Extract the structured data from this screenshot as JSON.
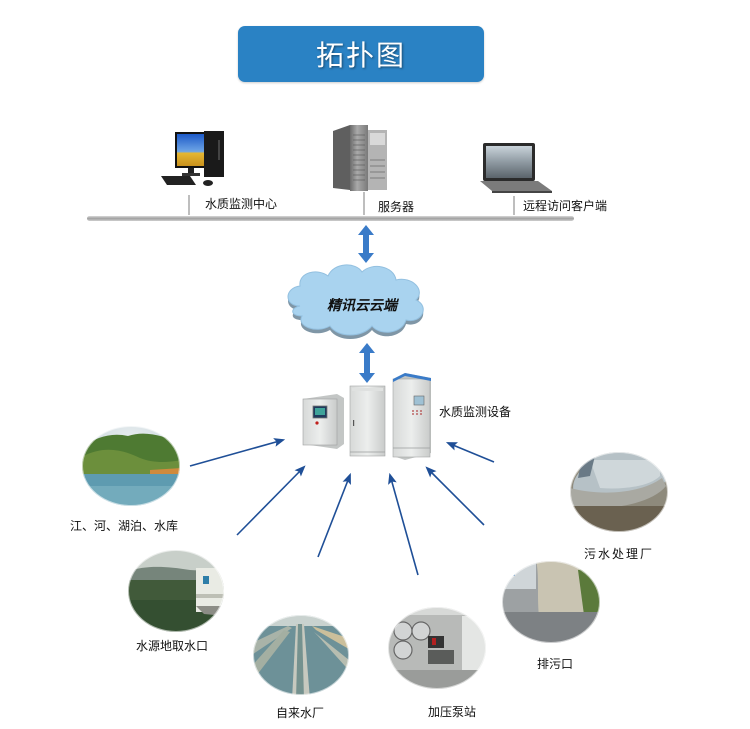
{
  "title": "拓扑图",
  "colors": {
    "title_bg": "#2a82c4",
    "arrow": "#1f4f97",
    "double_arrow": "#3a7bc8",
    "cloud": "#a9d3ef",
    "bus_line": "#a8a8a8"
  },
  "top_nodes": [
    {
      "icon": "desktop-computer-icon",
      "label": "水质监测中心"
    },
    {
      "icon": "server-tower-icon",
      "label": "服务器"
    },
    {
      "icon": "laptop-icon",
      "label": "远程访问客户端"
    }
  ],
  "cloud": {
    "icon": "cloud-icon",
    "label": "精讯云云端"
  },
  "device": {
    "icon": "monitoring-cabinets-icon",
    "label": "水质监测设备"
  },
  "sources": [
    {
      "id": "lake",
      "icon": "lake-photo",
      "label": "江、河、湖泊、水库"
    },
    {
      "id": "intake",
      "icon": "water-intake-photo",
      "label": "水源地取水口"
    },
    {
      "id": "waterworks",
      "icon": "waterworks-photo",
      "label": "自来水厂"
    },
    {
      "id": "pump",
      "icon": "pump-station-photo",
      "label": "加压泵站"
    },
    {
      "id": "outfall",
      "icon": "sewage-outfall-photo",
      "label": "排污口"
    },
    {
      "id": "sewage",
      "icon": "sewage-plant-photo",
      "label": "污水处理厂"
    }
  ]
}
